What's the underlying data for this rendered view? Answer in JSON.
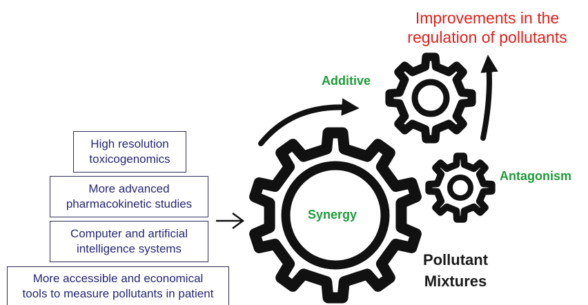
{
  "title": {
    "line1": "Improvements in the",
    "line2": "regulation of pollutants"
  },
  "gear_labels": {
    "additive": "Additive",
    "antagonism": "Antagonism",
    "synergy": "Synergy"
  },
  "mixtures_label": {
    "line1": "Pollutant",
    "line2": "Mixtures"
  },
  "boxes": [
    {
      "line1": "High resolution",
      "line2": "toxicogenomics"
    },
    {
      "line1": "More advanced",
      "line2": "pharmacokinetic studies"
    },
    {
      "line1": "Computer and artificial",
      "line2": "intelligence systems"
    },
    {
      "line1": "More accessible and economical",
      "line2": "tools to measure pollutants in patient"
    }
  ],
  "colors": {
    "title": "#e0201c",
    "gear_label": "#1f9a3a",
    "box_text": "#262673",
    "gear": "#111111"
  }
}
